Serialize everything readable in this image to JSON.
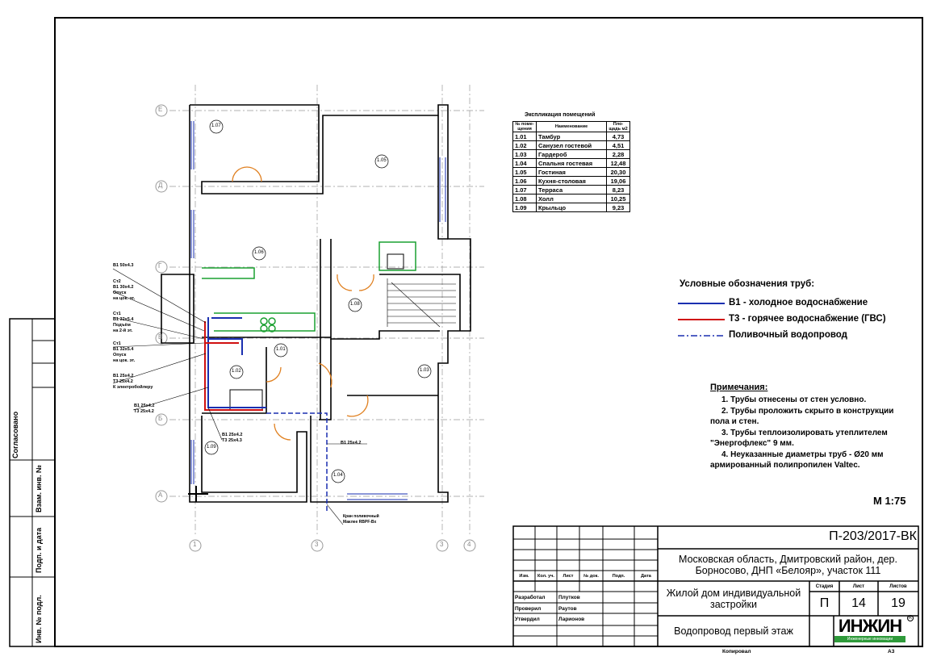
{
  "sidebar_stamp": {
    "agreed": "Согласовано",
    "replace_inv": "Взам. инв. №",
    "sign_date": "Подп. и дата",
    "inv_orig": "Инв. № подл."
  },
  "axes": {
    "rows": [
      "Е",
      "Д",
      "Г",
      "В",
      "Б",
      "А"
    ],
    "cols": [
      "1",
      "3",
      "3",
      "4"
    ]
  },
  "rooms_table": {
    "title": "Экспликация помещений",
    "headers": [
      "№ поме-щения",
      "Наименование",
      "Пло-щадь м2"
    ],
    "rows": [
      [
        "1.01",
        "Тамбур",
        "4,73"
      ],
      [
        "1.02",
        "Санузел гостевой",
        "4,51"
      ],
      [
        "1.03",
        "Гардероб",
        "2,28"
      ],
      [
        "1.04",
        "Спальня гостевая",
        "12,48"
      ],
      [
        "1.05",
        "Гостиная",
        "20,30"
      ],
      [
        "1.06",
        "Кухня-столовая",
        "19,06"
      ],
      [
        "1.07",
        "Терраса",
        "8,23"
      ],
      [
        "1.08",
        "Холл",
        "10,25"
      ],
      [
        "1.09",
        "Крыльцо",
        "9,23"
      ]
    ]
  },
  "room_tags": [
    "1.07",
    "1.05",
    "1.06",
    "1.08",
    "1.01",
    "1.03",
    "1.02",
    "1.09",
    "1.04"
  ],
  "pipe_labels": {
    "l1": "В1 50х4.3",
    "l2a": "Ст2",
    "l2b": "В1 30х4.2",
    "l2c": "Опуск",
    "l2d": "на цок. эт.",
    "l3a": "Ст1",
    "l3b": "В1 32х5.4",
    "l3c": "Подъём",
    "l3d": "на 2-й эт.",
    "l4a": "Ст1",
    "l4b": "В1 32х5.4",
    "l4c": "Опуск",
    "l4d": "на цок. эт.",
    "l5a": "В1 25х4.2",
    "l5b": "Т3 25х4.2",
    "l5c": "К электробойлеру",
    "l6a": "В1 25х4.2",
    "l6b": "Т3 25х4.2",
    "l7a": "В1 25х4.2",
    "l7b": "Т3 25х4.3",
    "l8": "В1 25х4.2",
    "l9a": "Кран поливочный",
    "l9b": "Маклее RBPF-Вх"
  },
  "legend": {
    "title": "Условные обозначения  труб:",
    "items": [
      {
        "label": "В1 - холодное водоснабжение",
        "color": "#1a2fb0",
        "dash": false
      },
      {
        "label": "Т3 - горячее водоснабжение (ГВС)",
        "color": "#d01010",
        "dash": false
      },
      {
        "label": "Поливочный водопровод",
        "color": "#1a2fb0",
        "dash": true
      }
    ]
  },
  "notes": {
    "title": "Примечания:",
    "lines": [
      "1. Трубы отнесены от стен условно.",
      "2. Трубы проложить скрыто в конструкции",
      "пола и стен.",
      "3. Трубы теплоизолировать утеплителем",
      "\"Энергофлекс\" 9 мм.",
      "4. Неуказанные диаметры труб - Ø20 мм",
      "армированный полипропилен Valtec."
    ]
  },
  "scale": "М 1:75",
  "title_block": {
    "code": "П-203/2017-ВК",
    "address1": "Московская область, Дмитровский район, дер.",
    "address2": "Борносово, ДНП «Белояр», участок 111",
    "building1": "Жилой дом индивидуальной",
    "building2": "застройки",
    "sheet_title": "Водопровод первый этаж",
    "col_heads": [
      "Изм.",
      "Кол. уч.",
      "Лист",
      "№ док.",
      "Подп.",
      "Дата"
    ],
    "stage_label": "Стадия",
    "sheet_label": "Лист",
    "sheets_label": "Листов",
    "stage": "П",
    "sheet": "14",
    "sheets": "19",
    "roles": [
      [
        "Разработал",
        "Плутков"
      ],
      [
        "Проверил",
        "Раутов"
      ],
      [
        "Утвердил",
        "Ларионов"
      ]
    ],
    "logo": "ИНЖИН",
    "logo_sub": "Инженерные инновации",
    "logo_mark": "R",
    "logo_color": "#2e9a3a"
  },
  "footer": {
    "copied": "Копировал",
    "format": "А3"
  }
}
